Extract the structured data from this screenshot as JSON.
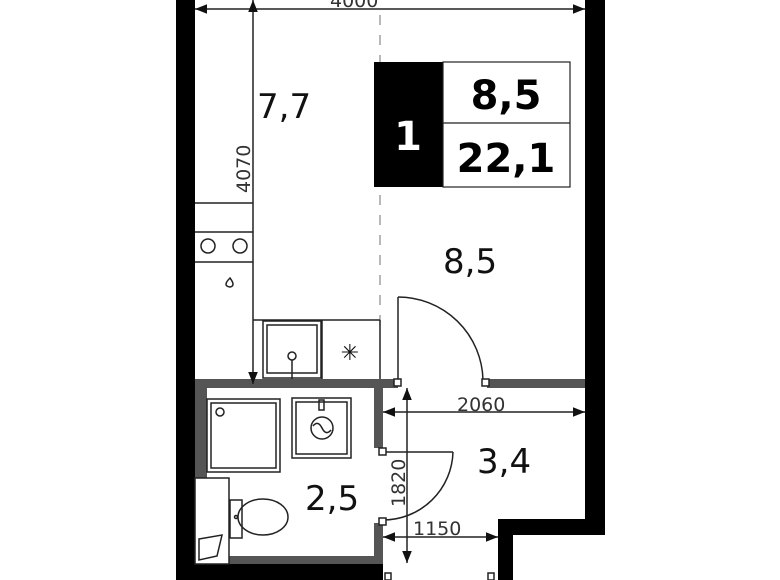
{
  "plan": {
    "legend": {
      "rooms": "1",
      "living_area": "8,5",
      "total_area": "22,1"
    },
    "rooms": {
      "kitchen": "7,7",
      "living": "8,5",
      "hall": "3,4",
      "bathroom": "2,5"
    },
    "dimensions": {
      "width_top": "4000",
      "kitchen_length": "4070",
      "hall_width": "2060",
      "hall_length": "1820",
      "entry_width": "1150"
    },
    "colors": {
      "outer_wall": "#000000",
      "inner_wall": "#555555",
      "legend_fill": "#000000"
    }
  }
}
